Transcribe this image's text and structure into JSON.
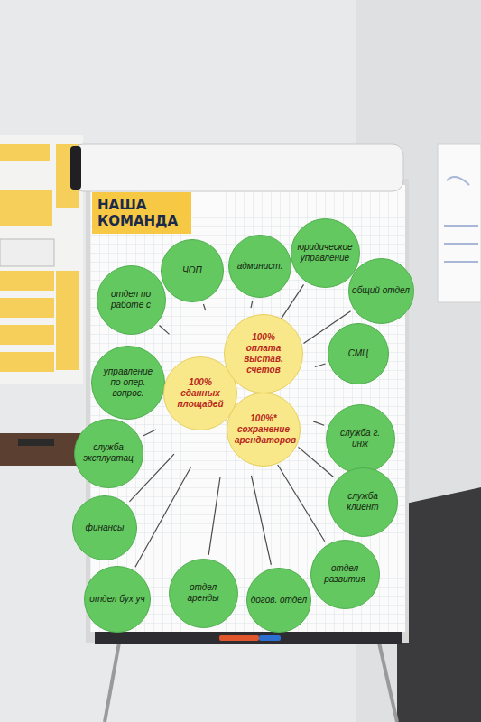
{
  "diagram": {
    "title": "НАША КОМАНДА",
    "nodes": [
      {
        "text": [
          "отдел по работе с"
        ]
      },
      {
        "text": [
          "ЧОП"
        ]
      },
      {
        "text": [
          "админист."
        ]
      },
      {
        "text": [
          "юридическое управление"
        ]
      },
      {
        "text": [
          "общий отдел"
        ]
      },
      {
        "text": [
          "управление по опер. вопрос."
        ]
      },
      {
        "text": [
          "100% сданных площадей"
        ]
      },
      {
        "text": [
          "100% оплата выстав. счетов"
        ]
      },
      {
        "text": [
          "СМЦ"
        ]
      },
      {
        "text": [
          "служба эксплуатац"
        ]
      },
      {
        "text": [
          "100%* сохранение арендаторов"
        ]
      },
      {
        "text": [
          "служба г. инж"
        ]
      },
      {
        "text": [
          "финансы"
        ]
      },
      {
        "text": [
          "служба клиент"
        ]
      },
      {
        "text": [
          "отдел бух уч"
        ]
      },
      {
        "text": [
          "отдел аренды"
        ]
      },
      {
        "text": [
          "догов. отдел"
        ]
      },
      {
        "text": [
          "отдел развития"
        ]
      }
    ]
  }
}
